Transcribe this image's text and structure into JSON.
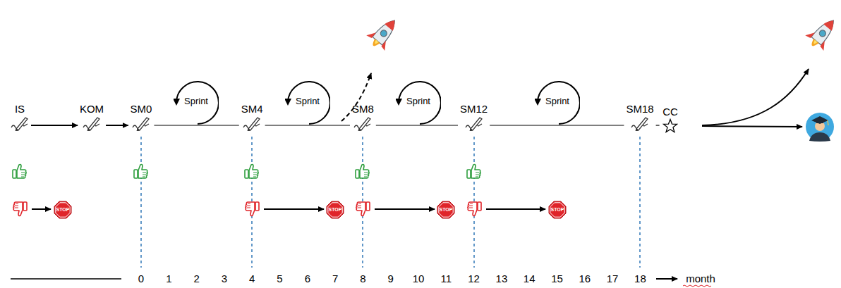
{
  "diagram": {
    "nodes": [
      {
        "text": [
          "IS"
        ]
      },
      {
        "text": [
          "KOM"
        ]
      },
      {
        "text": [
          "SM0"
        ]
      },
      {
        "text": [
          "SM4"
        ]
      },
      {
        "text": [
          "SM8"
        ]
      },
      {
        "text": [
          "SM12"
        ]
      },
      {
        "text": [
          "SM18"
        ]
      },
      {
        "text": [
          "CC"
        ]
      },
      {
        "text": [
          "Sprint"
        ]
      },
      {
        "text": [
          "Sprint"
        ]
      },
      {
        "text": [
          "Sprint"
        ]
      },
      {
        "text": [
          "Sprint"
        ]
      }
    ],
    "edges": [
      {
        "from": 0,
        "to": 1,
        "arrow": "to"
      },
      {
        "from": 1,
        "to": 2,
        "arrow": "to"
      },
      {
        "from": 2,
        "to": 3,
        "arrow": "none"
      },
      {
        "from": 3,
        "to": 4,
        "arrow": "none"
      },
      {
        "from": 4,
        "to": 5,
        "arrow": "none"
      },
      {
        "from": 5,
        "to": 6,
        "arrow": "none"
      },
      {
        "from": 6,
        "to": 7,
        "arrow": "none"
      }
    ],
    "labels": [
      "0",
      "1",
      "2",
      "3",
      "4",
      "5",
      "6",
      "7",
      "8",
      "9",
      "10",
      "11",
      "12",
      "13",
      "14",
      "15",
      "16",
      "17",
      "18",
      "month",
      "STOP",
      "STOP",
      "STOP",
      "STOP"
    ]
  }
}
